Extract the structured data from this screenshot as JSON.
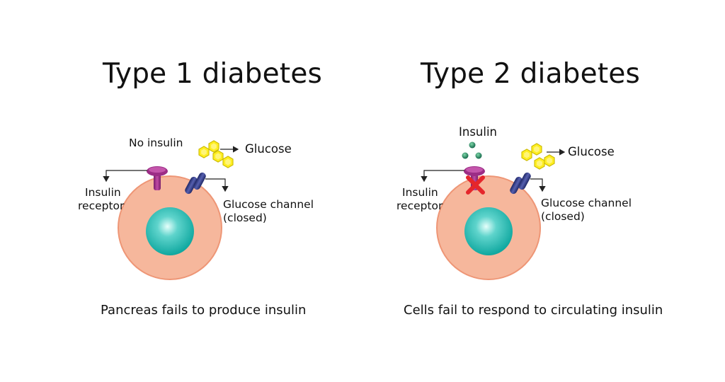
{
  "left": {
    "title": "Type 1 diabetes",
    "insulin_label": "No insulin",
    "glucose_label": "Glucose",
    "receptor_label_line1": "Insulin",
    "receptor_label_line2": "receptor",
    "channel_label_line1": "Glucose channel",
    "channel_label_line2": "(closed)",
    "caption": "Pancreas fails to produce insulin"
  },
  "right": {
    "title": "Type 2 diabetes",
    "insulin_label": "Insulin",
    "glucose_label": "Glucose",
    "receptor_label_line1": "Insulin",
    "receptor_label_line2": "receptor",
    "channel_label_line1": "Glucose channel",
    "channel_label_line2": "(closed)",
    "caption": "Cells fail to respond to circulating insulin"
  },
  "colors": {
    "cell_fill": "#f6b79c",
    "cell_outline": "#ef9779",
    "nucleus_center": "#d9fbf6",
    "nucleus_edge": "#11b0a8",
    "glucose": "#ffee22",
    "glucose_outline": "#cfc000",
    "receptor": "#9c2d86",
    "channel": "#2f3a86",
    "insulin_dot": "#1b7a52",
    "blocked_x": "#e5262b"
  }
}
